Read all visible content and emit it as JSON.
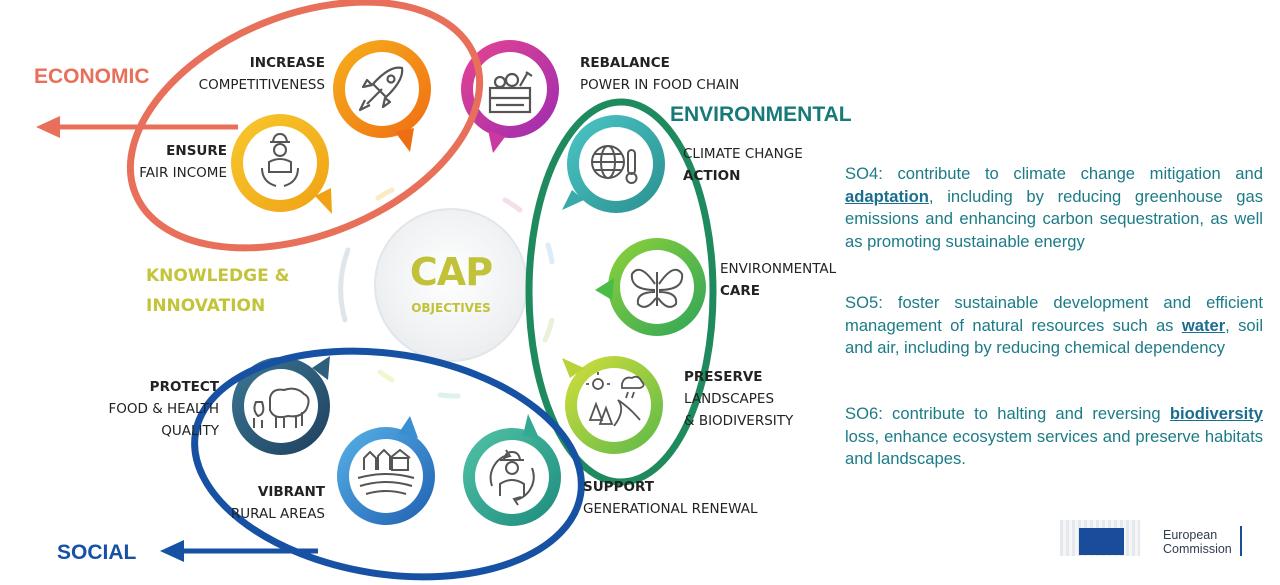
{
  "categories": {
    "economic": "ECONOMIC",
    "environmental": "ENVIRONMENTAL",
    "social": "SOCIAL",
    "knowledge_line1": "KNOWLEDGE &",
    "knowledge_line2": "INNOVATION"
  },
  "center": {
    "title": "CAP",
    "subtitle": "OBJECTIVES"
  },
  "objectives": {
    "increase": {
      "line1": "INCREASE",
      "line2": "COMPETITIVENESS",
      "icon": "rocket-icon"
    },
    "ensure": {
      "line1": "ENSURE",
      "line2": "FAIR INCOME",
      "icon": "farmer-hands-icon"
    },
    "rebalance": {
      "line1": "REBALANCE",
      "line2": "POWER IN FOOD CHAIN",
      "icon": "crate-icon"
    },
    "climate": {
      "line1": "CLIMATE CHANGE",
      "line2": "ACTION",
      "icon": "globe-thermometer-icon"
    },
    "environmental_care": {
      "line1": "ENVIRONMENTAL",
      "line2": "CARE",
      "icon": "butterfly-icon"
    },
    "preserve": {
      "line1": "PRESERVE",
      "line2": "LANDSCAPES",
      "line3": "& BIODIVERSITY",
      "icon": "landscape-icon"
    },
    "protect": {
      "line1": "PROTECT",
      "line2": "FOOD & HEALTH",
      "line3": "QUALITY",
      "icon": "sheep-icon"
    },
    "vibrant": {
      "line1": "VIBRANT",
      "line2": "RURAL AREAS",
      "icon": "rural-village-icon"
    },
    "support": {
      "line1": "SUPPORT",
      "line2": "GENERATIONAL RENEWAL",
      "icon": "farmer-cycle-icon"
    }
  },
  "specific_objectives": {
    "so4": {
      "before": "SO4: contribute to climate change mitigation and ",
      "link": "adaptation",
      "after": ", including by reducing greenhouse gas emissions and enhancing carbon sequestration, as well as promoting sustainable energy"
    },
    "so5": {
      "before": "SO5: foster sustainable development and efficient management of natural resources such as ",
      "link": "water",
      "after": ", soil and air, including by reducing chemical dependency"
    },
    "so6": {
      "before": "SO6: contribute to halting and reversing ",
      "link": "biodiversity",
      "after": " loss, enhance ecosystem services and preserve habitats and landscapes."
    }
  },
  "logo": {
    "line1": "European",
    "line2": "Commission"
  },
  "colors": {
    "economic": "#e8705a",
    "environmental": "#177a78",
    "environmental_ellipse": "#1f8a5e",
    "social": "#1651a3",
    "knowledge": "#c4c43a",
    "so_text": "#1b7b87"
  }
}
